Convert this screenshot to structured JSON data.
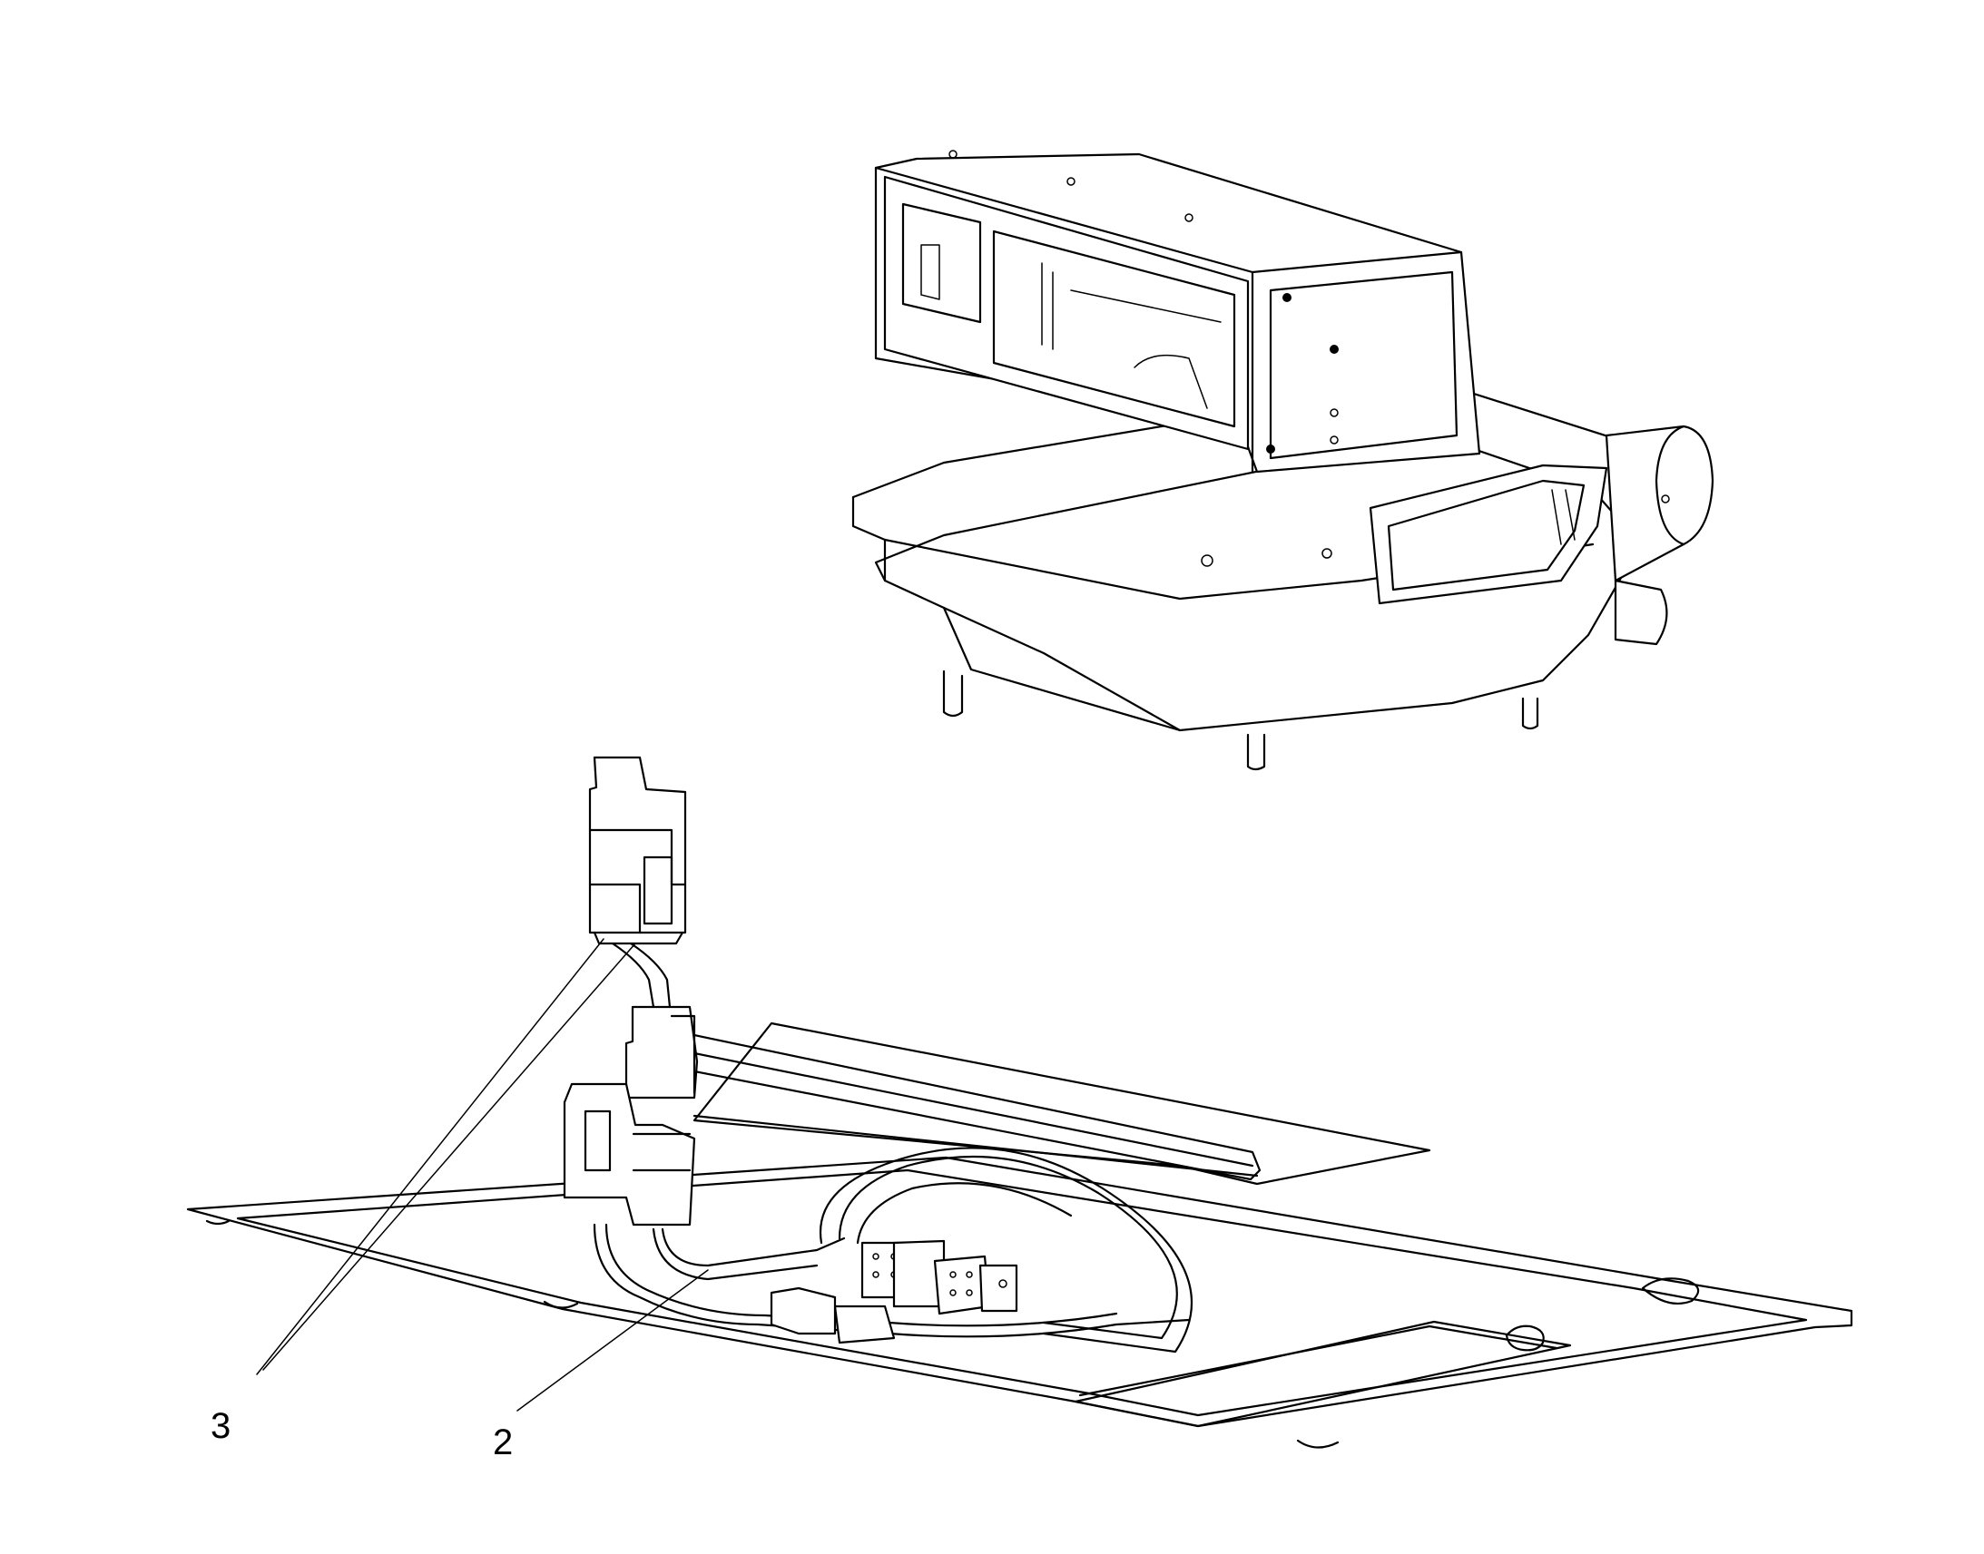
{
  "callouts": [
    {
      "id": "callout-3",
      "label": "3"
    },
    {
      "id": "callout-2",
      "label": "2"
    }
  ],
  "colors": {
    "line": "#000000",
    "background": "#ffffff"
  }
}
